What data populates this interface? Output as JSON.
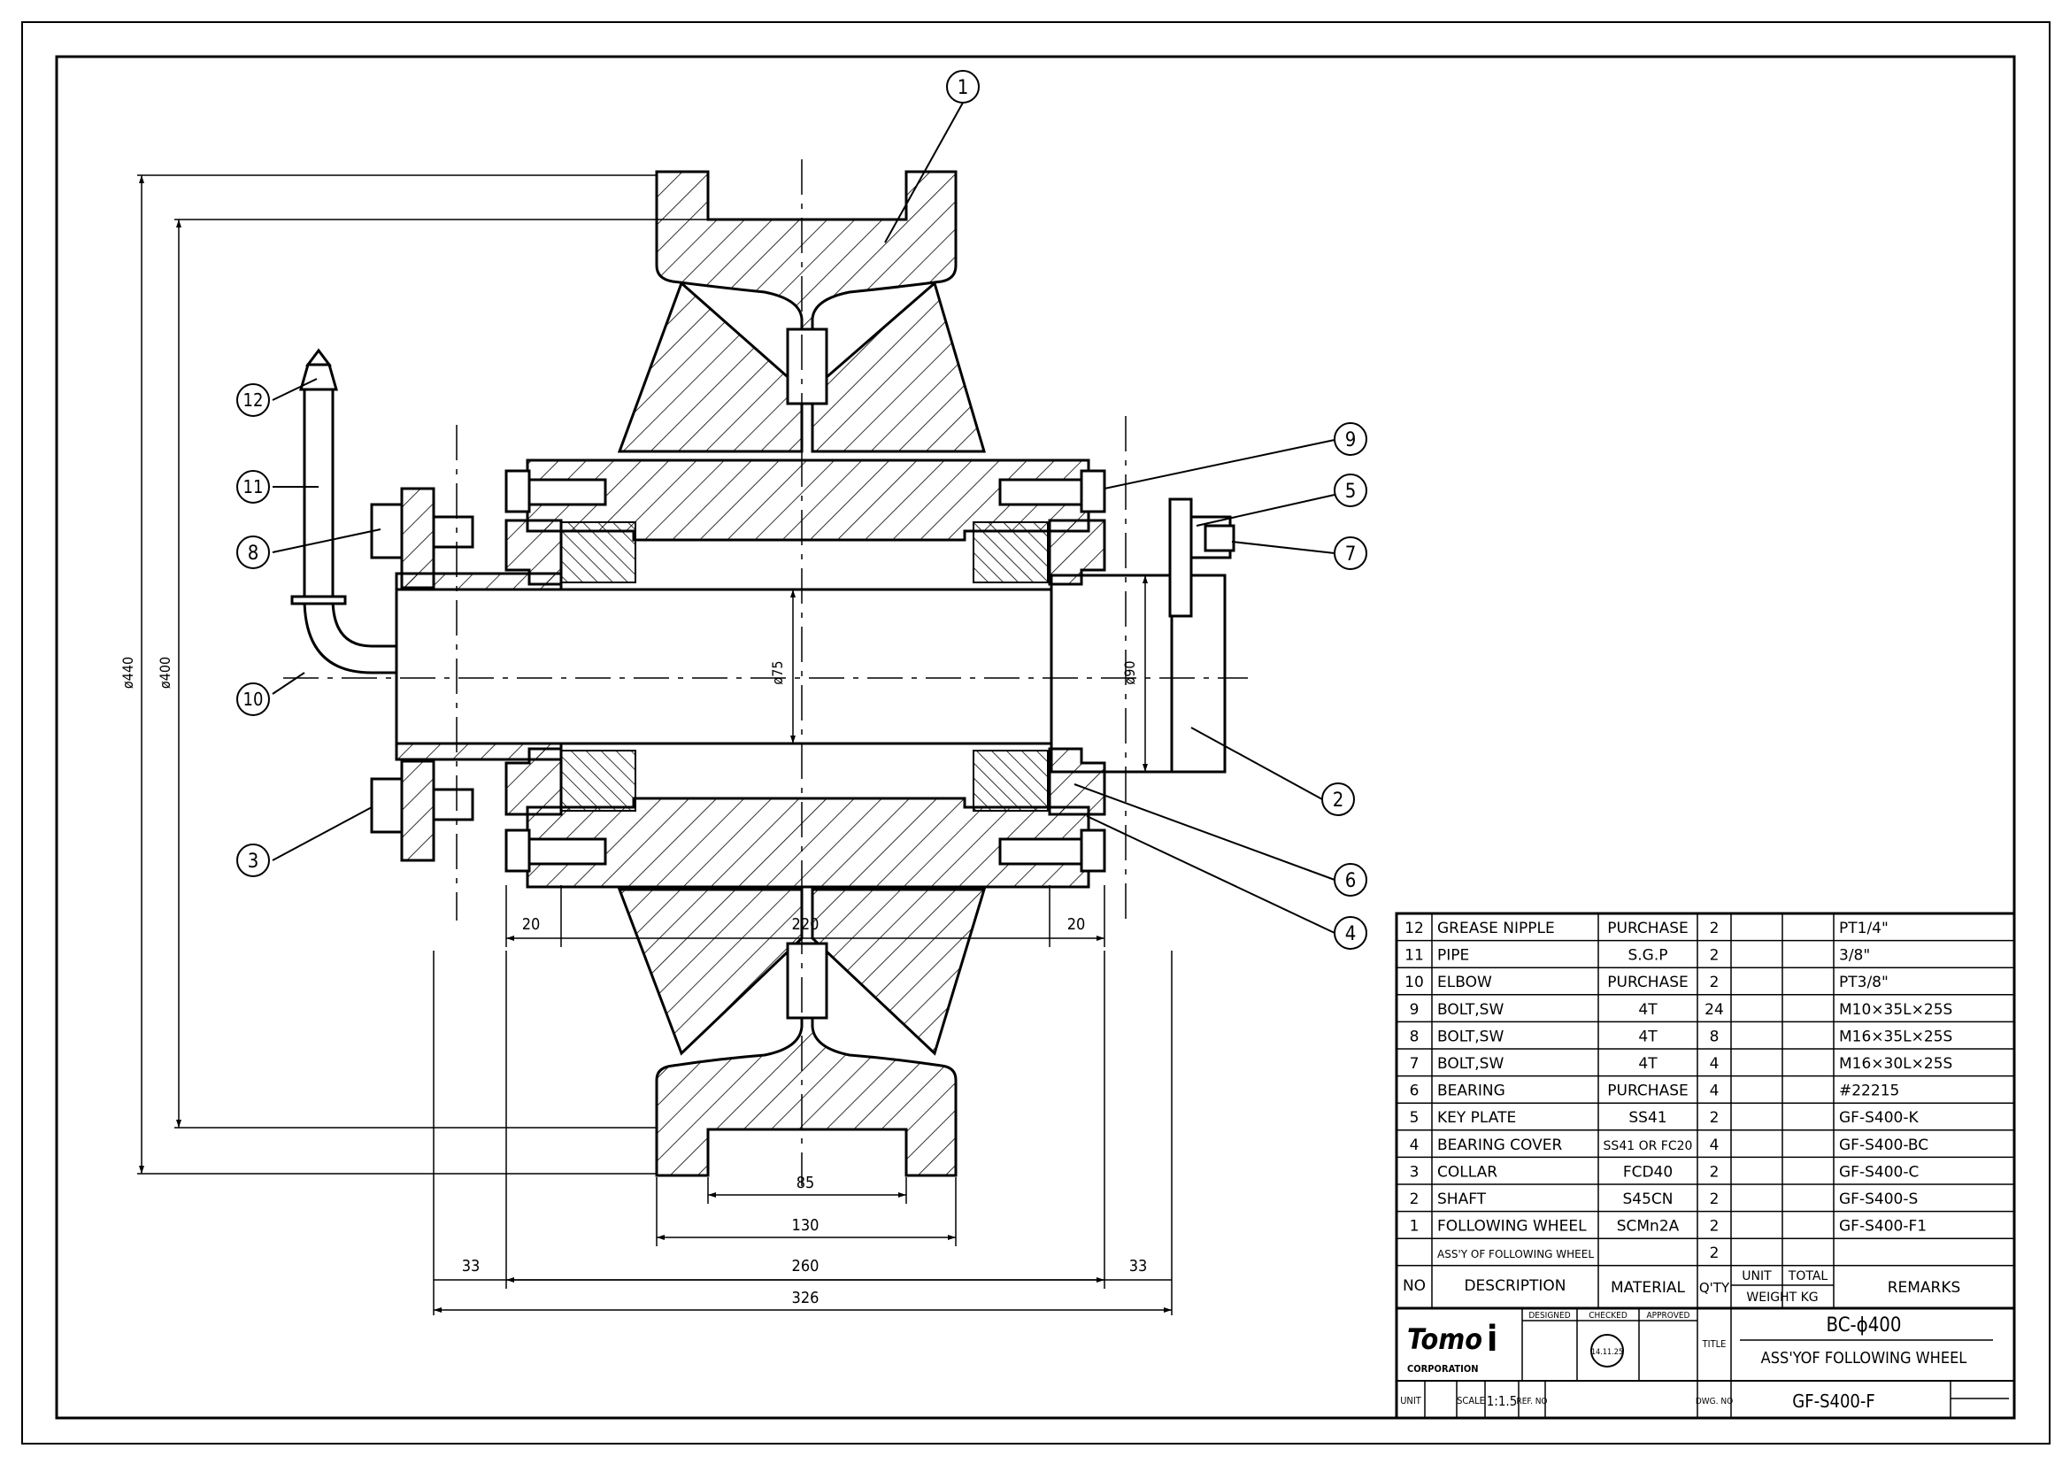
{
  "callouts": [
    "1",
    "2",
    "3",
    "4",
    "5",
    "6",
    "7",
    "8",
    "9",
    "10",
    "11",
    "12"
  ],
  "dimensions": {
    "d440": "ø440",
    "d400": "ø400",
    "d75": "ø75",
    "d90": "ø90",
    "w20_left": "20",
    "w220": "220",
    "w20_right": "20",
    "w85": "85",
    "w130": "130",
    "w33_left": "33",
    "w260": "260",
    "w33_right": "33",
    "w326": "326"
  },
  "bom": {
    "rows": [
      {
        "no": "12",
        "desc": "GREASE NIPPLE",
        "material": "PURCHASE",
        "qty": "2",
        "unit": "",
        "total": "",
        "remarks": "PT1/4\""
      },
      {
        "no": "11",
        "desc": "PIPE",
        "material": "S.G.P",
        "qty": "2",
        "unit": "",
        "total": "",
        "remarks": "3/8\""
      },
      {
        "no": "10",
        "desc": "ELBOW",
        "material": "PURCHASE",
        "qty": "2",
        "unit": "",
        "total": "",
        "remarks": "PT3/8\""
      },
      {
        "no": "9",
        "desc": "BOLT,SW",
        "material": "4T",
        "qty": "24",
        "unit": "",
        "total": "",
        "remarks": "M10×35L×25S"
      },
      {
        "no": "8",
        "desc": "BOLT,SW",
        "material": "4T",
        "qty": "8",
        "unit": "",
        "total": "",
        "remarks": "M16×35L×25S"
      },
      {
        "no": "7",
        "desc": "BOLT,SW",
        "material": "4T",
        "qty": "4",
        "unit": "",
        "total": "",
        "remarks": "M16×30L×25S"
      },
      {
        "no": "6",
        "desc": "BEARING",
        "material": "PURCHASE",
        "qty": "4",
        "unit": "",
        "total": "",
        "remarks": "#22215"
      },
      {
        "no": "5",
        "desc": "KEY PLATE",
        "material": "SS41",
        "qty": "2",
        "unit": "",
        "total": "",
        "remarks": "GF-S400-K"
      },
      {
        "no": "4",
        "desc": "BEARING COVER",
        "material": "SS41 OR FC20",
        "qty": "4",
        "unit": "",
        "total": "",
        "remarks": "GF-S400-BC"
      },
      {
        "no": "3",
        "desc": "COLLAR",
        "material": "FCD40",
        "qty": "2",
        "unit": "",
        "total": "",
        "remarks": "GF-S400-C"
      },
      {
        "no": "2",
        "desc": "SHAFT",
        "material": "S45CN",
        "qty": "2",
        "unit": "",
        "total": "",
        "remarks": "GF-S400-S"
      },
      {
        "no": "1",
        "desc": "FOLLOWING WHEEL",
        "material": "SCMn2A",
        "qty": "2",
        "unit": "",
        "total": "",
        "remarks": "GF-S400-F1"
      },
      {
        "no": "",
        "desc": "ASS'Y OF FOLLOWING WHEEL",
        "material": "",
        "qty": "2",
        "unit": "",
        "total": "",
        "remarks": ""
      }
    ],
    "headers": {
      "no": "NO",
      "desc": "DESCRIPTION",
      "material": "MATERIAL",
      "qty": "Q'TY",
      "unit": "UNIT",
      "total": "TOTAL",
      "weight": "WEIGHT KG",
      "remarks": "REMARKS"
    }
  },
  "title_block": {
    "logo_text": "Tomo",
    "logo_letter": "i",
    "logo_sub": "CORPORATION",
    "designed": "DESIGNED",
    "checked": "CHECKED",
    "approved": "APPROVED",
    "stamp_date": "14.11.25",
    "title_label": "TITLE",
    "title_1": "BC-ϕ400",
    "title_2": "ASS'YOF FOLLOWING WHEEL",
    "unit_label": "UNIT",
    "scale_label": "SCALE",
    "scale_value": "1:1.5",
    "ref_label": "REF. NO",
    "dwg_label": "DWG. NO",
    "dwg_no": "GF-S400-F"
  }
}
